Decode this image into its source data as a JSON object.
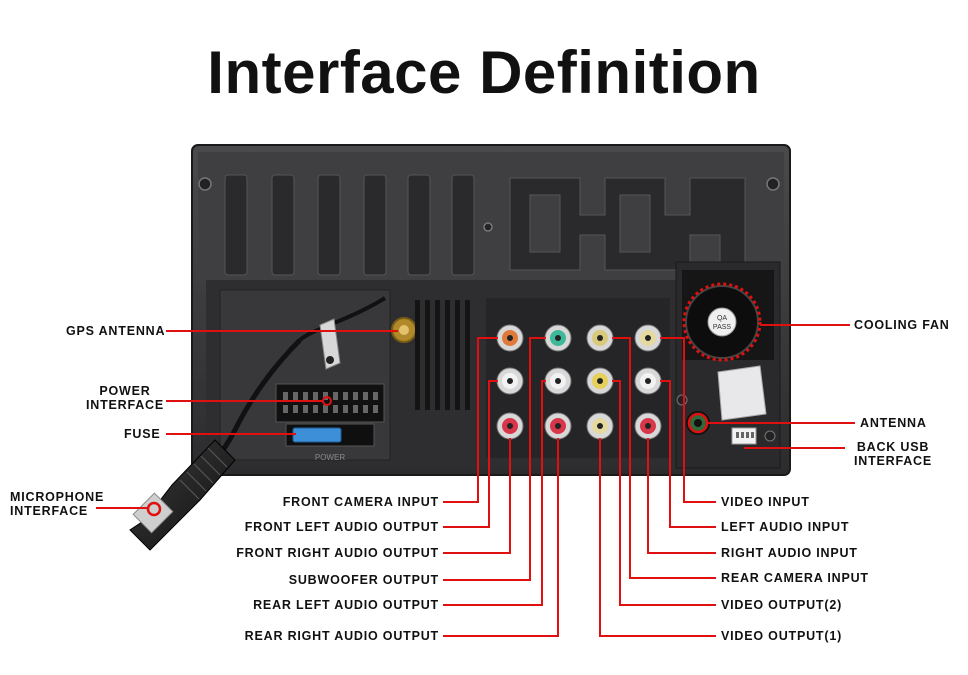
{
  "title": "Interface Definition",
  "colors": {
    "leader": "#e01010",
    "panel": "#3a3a3c",
    "panel_dark": "#1e1e20"
  },
  "labels": {
    "gps_antenna": "GPS ANTENNA",
    "power_interface_1": "POWER",
    "power_interface_2": "INTERFACE",
    "fuse": "FUSE",
    "microphone_interface_1": "MICROPHONE",
    "microphone_interface_2": "INTERFACE",
    "cooling_fan": "COOLING FAN",
    "antenna": "ANTENNA",
    "back_usb_interface_1": "BACK USB",
    "back_usb_interface_2": "INTERFACE",
    "front_camera_input": "FRONT CAMERA INPUT",
    "front_left_audio_output": "FRONT LEFT AUDIO OUTPUT",
    "front_right_audio_output": "FRONT RIGHT AUDIO OUTPUT",
    "subwoofer_output": "SUBWOOFER OUTPUT",
    "rear_left_audio_output": "REAR LEFT AUDIO OUTPUT",
    "rear_right_audio_output": "REAR RIGHT AUDIO OUTPUT",
    "video_input": "VIDEO INPUT",
    "left_audio_input": "LEFT AUDIO INPUT",
    "right_audio_input": "RIGHT AUDIO INPUT",
    "rear_camera_input": "REAR CAMERA INPUT",
    "video_output_2": "VIDEO OUTPUT(2)",
    "video_output_1": "VIDEO OUTPUT(1)"
  },
  "device_text": {
    "fan_sticker_1": "QA",
    "fan_sticker_2": "PASS",
    "power_connector": "POWER"
  }
}
